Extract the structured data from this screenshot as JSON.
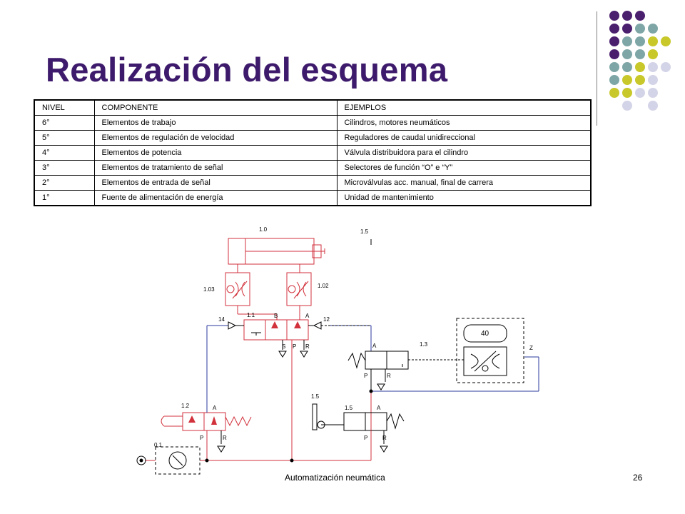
{
  "slide": {
    "title": "Realización del esquema",
    "footer_text": "Automatización neumática",
    "page_number": "26"
  },
  "colors": {
    "title": "#3d1a6b",
    "dot_purple": "#4a1f6e",
    "dot_teal": "#7ea6a6",
    "dot_yellow": "#c8c82a",
    "dot_lavender": "#d4d4e8",
    "circuit_red": "#d2323c",
    "circuit_blue": "#2b3a9c"
  },
  "table": {
    "headers": [
      "NIVEL",
      "COMPONENTE",
      "EJEMPLOS"
    ],
    "rows": [
      [
        "6°",
        "Elementos de trabajo",
        "Cilindros, motores neumáticos"
      ],
      [
        "5°",
        "Elementos de regulación de velocidad",
        "Reguladores de caudal unidireccional"
      ],
      [
        "4°",
        "Elementos de potencia",
        "Válvula distribuidora para el cilindro"
      ],
      [
        "3°",
        "Elementos de tratamiento de señal",
        "Selectores de función “O” e “Y”"
      ],
      [
        "2°",
        "Elementos de entrada de señal",
        "Microválvulas acc. manual, final de carrera"
      ],
      [
        "1°",
        "Fuente de alimentación de energía",
        "Unidad de mantenimiento"
      ]
    ]
  },
  "circuit": {
    "cylinder_label": "1.0",
    "flow_valve_left": "1.03",
    "flow_valve_right": "1.02",
    "main_valve": "1.1",
    "pilot_14": "14",
    "pilot_12": "12",
    "port_a": "A",
    "port_b": "B",
    "port_s": "S",
    "port_p": "P",
    "port_r": "R",
    "manual_valve": "1.2",
    "limit_valve": "1.5",
    "limit_switch": "1.5",
    "limit_marker": "1.5",
    "timer_valve": "1.3",
    "timer_value": "40",
    "port_z": "Z",
    "service_unit": "0.1"
  }
}
